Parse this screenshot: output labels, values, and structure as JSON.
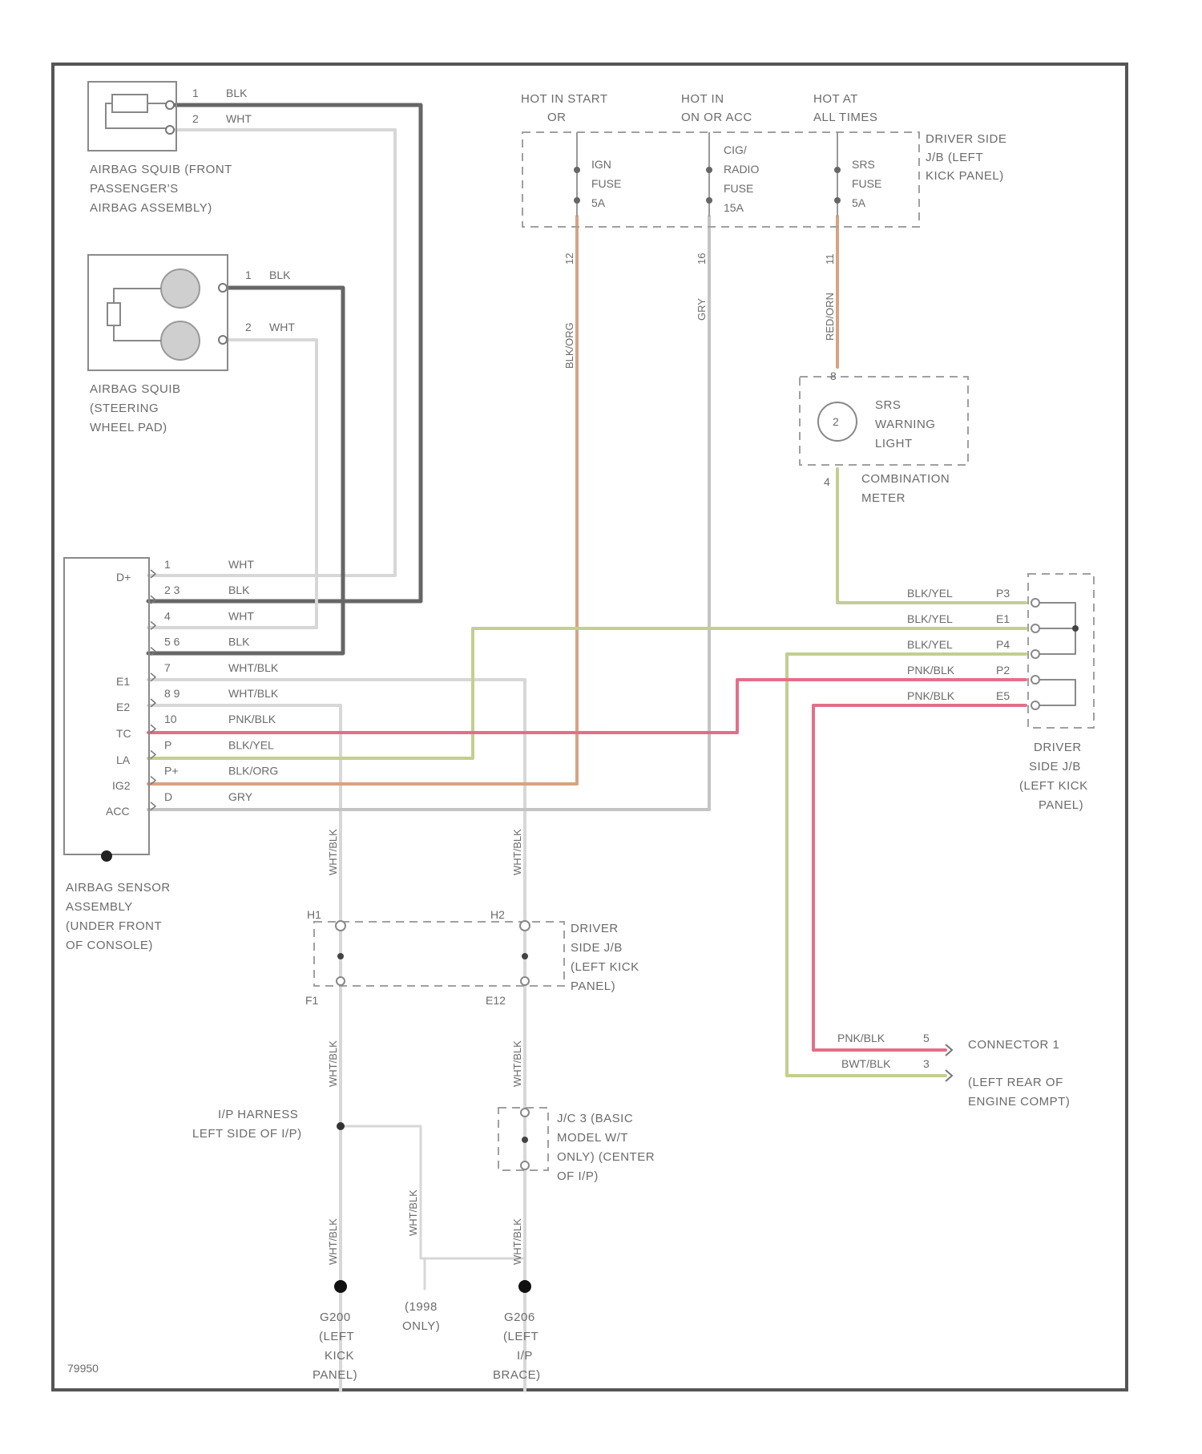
{
  "colors": {
    "border": "#555555",
    "blk": "#666666",
    "wht": "#d7d7d7",
    "gry": "#c4c4c4",
    "blk_yel": "#c2cf8f",
    "pnk_blk": "#e46e88",
    "blk_org": "#d8a283",
    "text": "#6b6b6b"
  },
  "figure_id": "79950",
  "power": {
    "label_start": [
      "HOT IN START",
      "OR"
    ],
    "label_acc": [
      "HOT IN",
      "ON OR ACC"
    ],
    "label_always": [
      "HOT AT",
      "ALL TIMES"
    ],
    "fuse1": [
      "IGN",
      "FUSE",
      "5A"
    ],
    "fuse2": [
      "CIG/",
      "RADIO",
      "FUSE",
      "15A"
    ],
    "fuse3": [
      "SRS",
      "FUSE",
      "5A"
    ],
    "jb_label": [
      "DRIVER SIDE",
      "J/B (LEFT",
      "KICK PANEL)"
    ],
    "wire1_label": "BLK/ORG",
    "wire2_label": "GRY",
    "wire3_label": "RED/ORN",
    "pin1": "12",
    "pin2": "16",
    "pin3": "11"
  },
  "components": {
    "passenger_squib": [
      "AIRBAG SQUIB (FRONT",
      "PASSENGER'S",
      "AIRBAG ASSEMBLY)"
    ],
    "steering_squib": [
      "AIRBAG SQUIB",
      "(STEERING",
      "WHEEL PAD)"
    ],
    "sensor": [
      "AIRBAG SENSOR",
      "ASSEMBLY",
      "(UNDER FRONT",
      "OF CONSOLE)"
    ],
    "warning_light": [
      "SRS",
      "WARNING",
      "LIGHT"
    ],
    "combination_meter": [
      "COMBINATION",
      "METER"
    ],
    "jb_right": [
      "DRIVER",
      "SIDE J/B",
      "(LEFT KICK",
      "PANEL)"
    ],
    "jb_mid": [
      "DRIVER",
      "SIDE J/B",
      "(LEFT KICK",
      "PANEL)"
    ],
    "ip_harness": [
      "I/P HARNESS",
      "LEFT SIDE OF I/P)"
    ],
    "jc3": [
      "J/C 3 (BASIC",
      "MODEL W/T",
      "ONLY) (CENTER",
      "OF I/P)"
    ],
    "connector1": [
      "CONNECTOR 1",
      "(LEFT REAR OF",
      "ENGINE COMPT)"
    ],
    "ground1": [
      "G200",
      "(LEFT",
      "KICK",
      "PANEL)"
    ],
    "ground2": [
      "G206",
      "(LEFT",
      "I/P",
      "BRACE)"
    ],
    "ground_note": [
      "(1998",
      "ONLY)"
    ]
  },
  "squib1_wires": [
    {
      "pin": "1",
      "color": "BLK"
    },
    {
      "pin": "2",
      "color": "WHT"
    }
  ],
  "squib2_wires": [
    {
      "pin": "1",
      "color": "BLK"
    },
    {
      "pin": "2",
      "color": "WHT"
    }
  ],
  "sensor_pins": [
    "D+",
    "E1",
    "E2",
    "TC",
    "LA",
    "IG2",
    "ACC"
  ],
  "sensor_rows": [
    {
      "pin": "1",
      "color": "WHT"
    },
    {
      "pin": "2 3",
      "color": "BLK"
    },
    {
      "pin": "4",
      "color": "WHT"
    },
    {
      "pin": "5 6",
      "color": "BLK"
    },
    {
      "pin": "7",
      "color": "WHT/BLK"
    },
    {
      "pin": "8 9",
      "color": "WHT/BLK"
    },
    {
      "pin": "10",
      "color": "PNK/BLK"
    },
    {
      "pin": "P",
      "color": "BLK/YEL"
    },
    {
      "pin": "P+",
      "color": "BLK/ORG"
    },
    {
      "pin": "D",
      "color": "GRY"
    }
  ],
  "jb_right_rows": [
    {
      "color": "BLK/YEL",
      "pin": "P3"
    },
    {
      "color": "BLK/YEL",
      "pin": "E1"
    },
    {
      "color": "BLK/YEL",
      "pin": "P4"
    },
    {
      "color": "PNK/BLK",
      "pin": "P2"
    },
    {
      "color": "PNK/BLK",
      "pin": "E5"
    }
  ],
  "connector1_wires": [
    {
      "color": "PNK/BLK",
      "pin": "5"
    },
    {
      "color": "BWT/BLK",
      "pin": "3"
    }
  ],
  "mid_pins": {
    "h1": "H1",
    "h2": "H2",
    "f1": "F1",
    "e12": "E12"
  },
  "vertical_labels": {
    "w1": "WHT/BLK",
    "w2": "WHT/BLK",
    "w3": "WHT/BLK",
    "w4": "WHT/BLK",
    "w5": "WHT/BLK",
    "w6": "WHT/BLK",
    "w7": "WHT/BLK"
  }
}
